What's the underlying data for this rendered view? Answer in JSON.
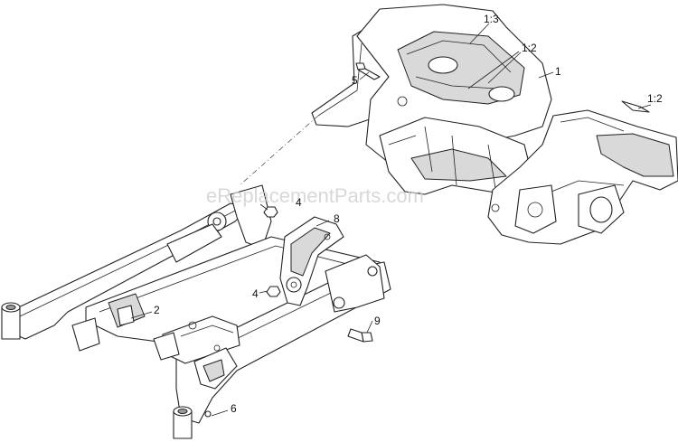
{
  "watermark": "eReplacementParts.com",
  "callouts": {
    "c1": "1",
    "c1_2a": "1:2",
    "c1_2b": "1:2",
    "c1_3": "1:3",
    "c2": "2",
    "c4a": "4",
    "c4b": "4",
    "c5": "5",
    "c6": "6",
    "c8": "8",
    "c9": "9"
  },
  "colors": {
    "line": "#222222",
    "shade": "#d9d9d9",
    "watermark": "#cfcfcf"
  }
}
